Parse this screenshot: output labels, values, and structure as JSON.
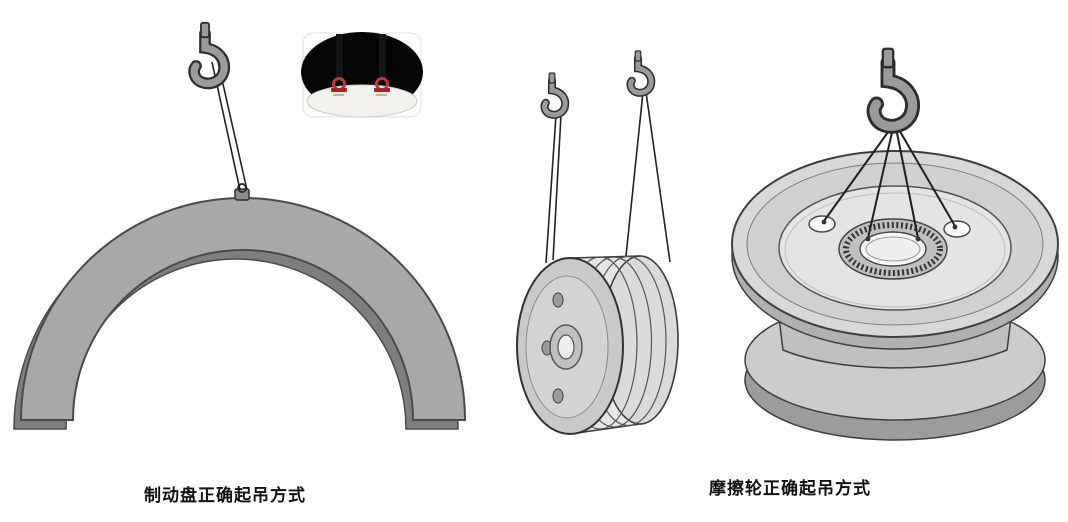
{
  "figures": {
    "brake_disc": {
      "caption": "制动盘正确起吊方式",
      "subject": "brake-disc-half-ring",
      "lifting": "single-hook-two-slings-to-center-shackle",
      "inset": "close-up-photo-of-red-shackles-on-disc-edge"
    },
    "friction_wheel": {
      "caption": "摩擦轮正确起吊方式",
      "subjects": [
        "sheave-wheel-on-edge-two-hooks",
        "friction-wheel-flat-single-hook-spread-slings"
      ]
    }
  },
  "icons": {
    "hook": "crane-hook-icon",
    "shackle": "shackle-icon",
    "sling": "sling-line"
  },
  "colors": {
    "background": "#ffffff",
    "part_gray": "#a8a8a8",
    "part_light": "#d8d8d8",
    "outline": "#3f3f3f",
    "sling": "#222222",
    "shackle_red": "#c0392b",
    "caption_text": "#111111"
  }
}
